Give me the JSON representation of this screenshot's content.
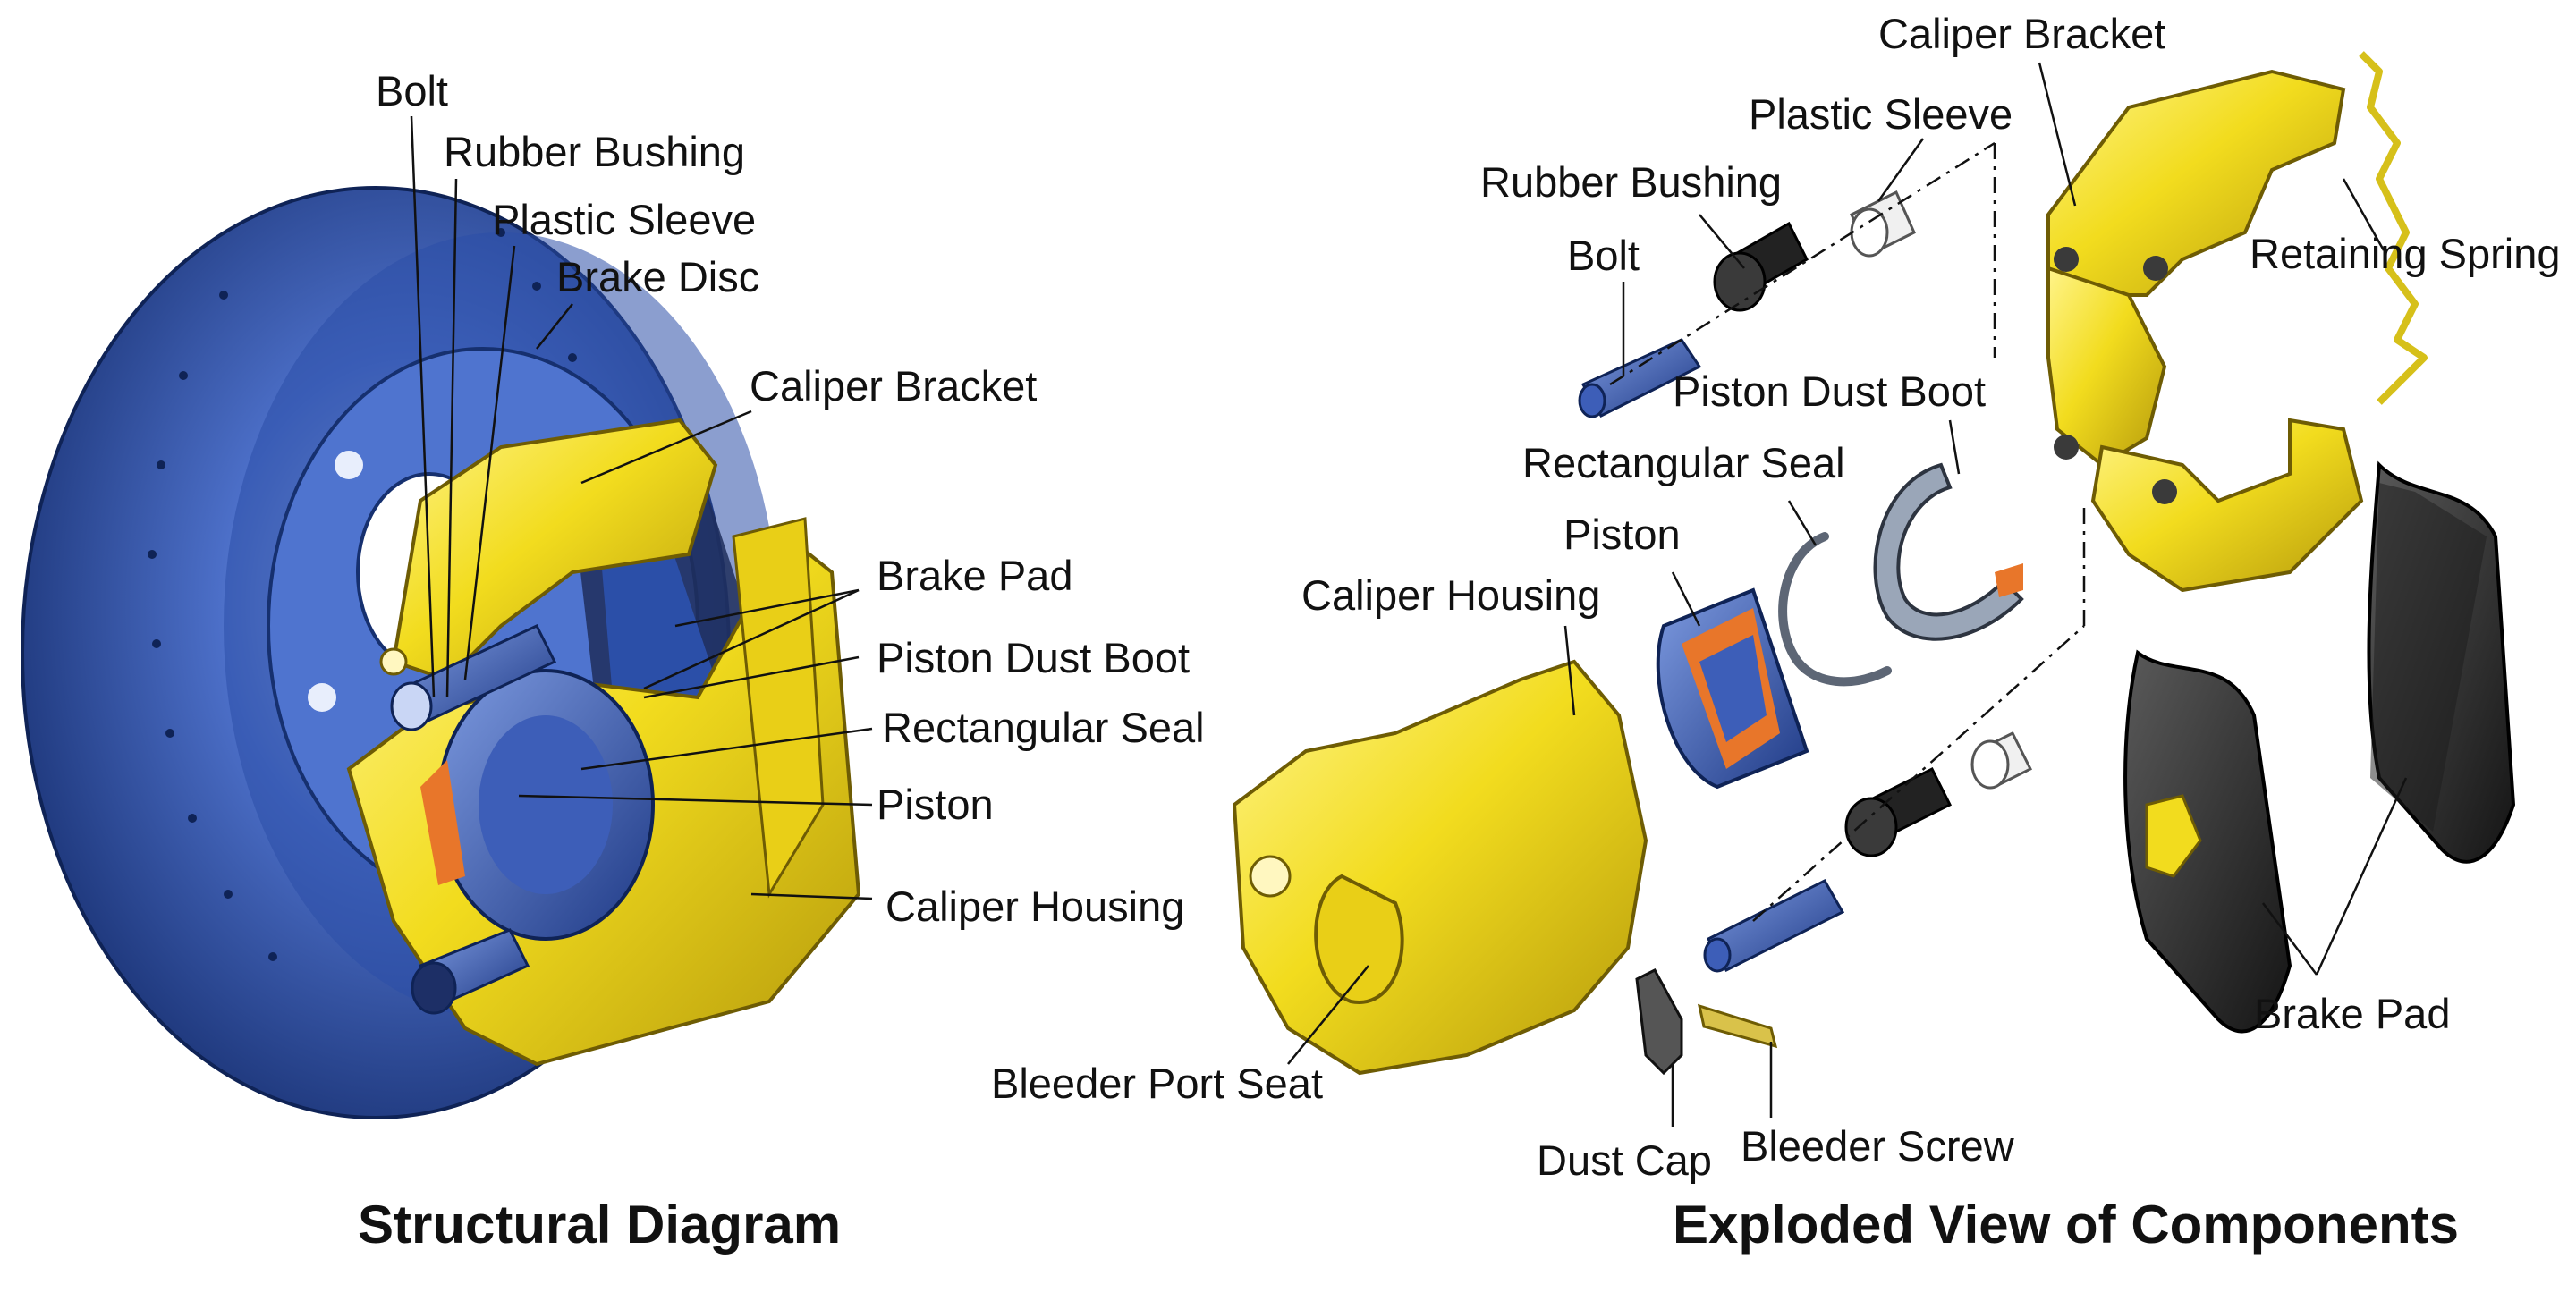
{
  "structural": {
    "caption": "Structural Diagram",
    "labels": {
      "bolt": "Bolt",
      "rubber_bushing": "Rubber Bushing",
      "plastic_sleeve": "Plastic Sleeve",
      "brake_disc": "Brake Disc",
      "caliper_bracket": "Caliper Bracket",
      "brake_pad": "Brake Pad",
      "piston_dust_boot": "Piston Dust Boot",
      "rectangular_seal": "Rectangular Seal",
      "piston": "Piston",
      "caliper_housing": "Caliper Housing"
    }
  },
  "exploded": {
    "caption": "Exploded View of Components",
    "labels": {
      "caliper_bracket": "Caliper Bracket",
      "plastic_sleeve": "Plastic Sleeve",
      "rubber_bushing": "Rubber Bushing",
      "bolt": "Bolt",
      "retaining_spring": "Retaining Spring",
      "piston_dust_boot": "Piston Dust Boot",
      "rectangular_seal": "Rectangular Seal",
      "piston": "Piston",
      "caliper_housing": "Caliper Housing",
      "bleeder_port_seat": "Bleeder Port Seat",
      "dust_cap": "Dust Cap",
      "bleeder_screw": "Bleeder Screw",
      "brake_pad": "Brake Pad"
    }
  },
  "colors": {
    "disc_blue": "#2b4fa8",
    "disc_light": "#6f8fd8",
    "caliper_yellow": "#f2dc1e",
    "caliper_shadow": "#b59a0c",
    "pad_black": "#2a2a2a",
    "seal_orange": "#e8762a",
    "leader_line": "#111111"
  }
}
